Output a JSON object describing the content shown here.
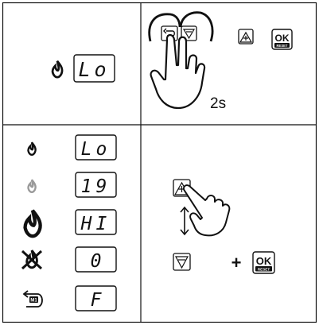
{
  "top_left": {
    "display": "Lo"
  },
  "top_right": {
    "ok_label": "OK",
    "reset_label": "RESET",
    "hold_time": "2s"
  },
  "bottom_left": {
    "rows": [
      {
        "icon": "flame-icon",
        "display": "Lo"
      },
      {
        "icon": "flame-gray-icon",
        "display": "19"
      },
      {
        "icon": "flame-large-icon",
        "display": "HI"
      },
      {
        "icon": "flame-off-icon",
        "display": "0"
      },
      {
        "icon": "return-m1-icon",
        "display": "F"
      }
    ],
    "return_badge": "M1"
  },
  "bottom_right": {
    "plus_sign": "+",
    "ok_label": "OK",
    "reset_label": "RESET"
  },
  "colors": {
    "ink": "#111111",
    "gray_flame": "#9a9a9a",
    "background": "#ffffff"
  }
}
